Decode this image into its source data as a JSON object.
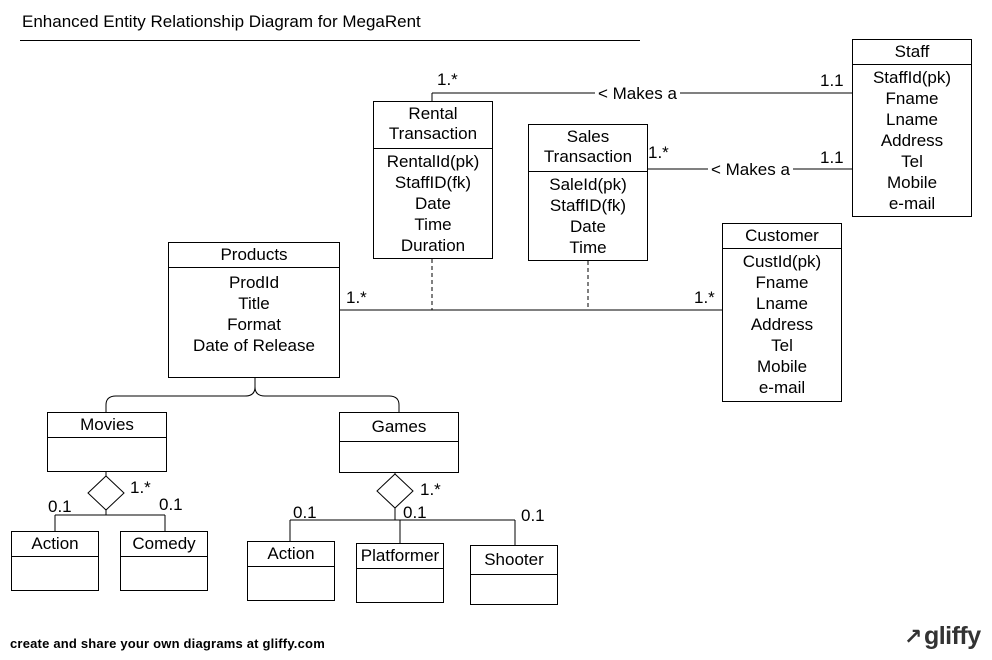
{
  "title": "Enhanced Entity Relationship Diagram for MegaRent",
  "entities": {
    "staff": {
      "name": "Staff",
      "attrs": [
        "StaffId(pk)",
        "Fname",
        "Lname",
        "Address",
        "Tel",
        "Mobile",
        "e-mail"
      ]
    },
    "rental": {
      "name": "Rental\nTransaction",
      "attrs": [
        "RentalId(pk)",
        "StaffID(fk)",
        "Date",
        "Time",
        "Duration"
      ]
    },
    "sales": {
      "name": "Sales\nTransaction",
      "attrs": [
        "SaleId(pk)",
        "StaffID(fk)",
        "Date",
        "Time"
      ]
    },
    "customer": {
      "name": "Customer",
      "attrs": [
        "CustId(pk)",
        "Fname",
        "Lname",
        "Address",
        "Tel",
        "Mobile",
        "e-mail"
      ]
    },
    "products": {
      "name": "Products",
      "attrs": [
        "ProdId",
        "Title",
        "Format",
        "Date of Release"
      ]
    },
    "movies": {
      "name": "Movies"
    },
    "games": {
      "name": "Games"
    },
    "movie_action": {
      "name": "Action"
    },
    "comedy": {
      "name": "Comedy"
    },
    "game_action": {
      "name": "Action"
    },
    "platformer": {
      "name": "Platformer"
    },
    "shooter": {
      "name": "Shooter"
    }
  },
  "relationships": {
    "rental_makes": "< Makes a",
    "sales_makes": "< Makes a"
  },
  "multiplicities": {
    "rental_staff_left": "1.*",
    "rental_staff_right": "1.1",
    "sales_staff_left": "1.*",
    "sales_staff_right": "1.1",
    "products_side": "1.*",
    "customer_side": "1.*",
    "movies_diamond": "1.*",
    "movie_action": "0.1",
    "comedy": "0.1",
    "games_diamond": "1.*",
    "game_action": "0.1",
    "platformer": "0.1",
    "shooter": "0.1"
  },
  "footer": "create and share your own diagrams at gliffy.com",
  "logo": "gliffy"
}
